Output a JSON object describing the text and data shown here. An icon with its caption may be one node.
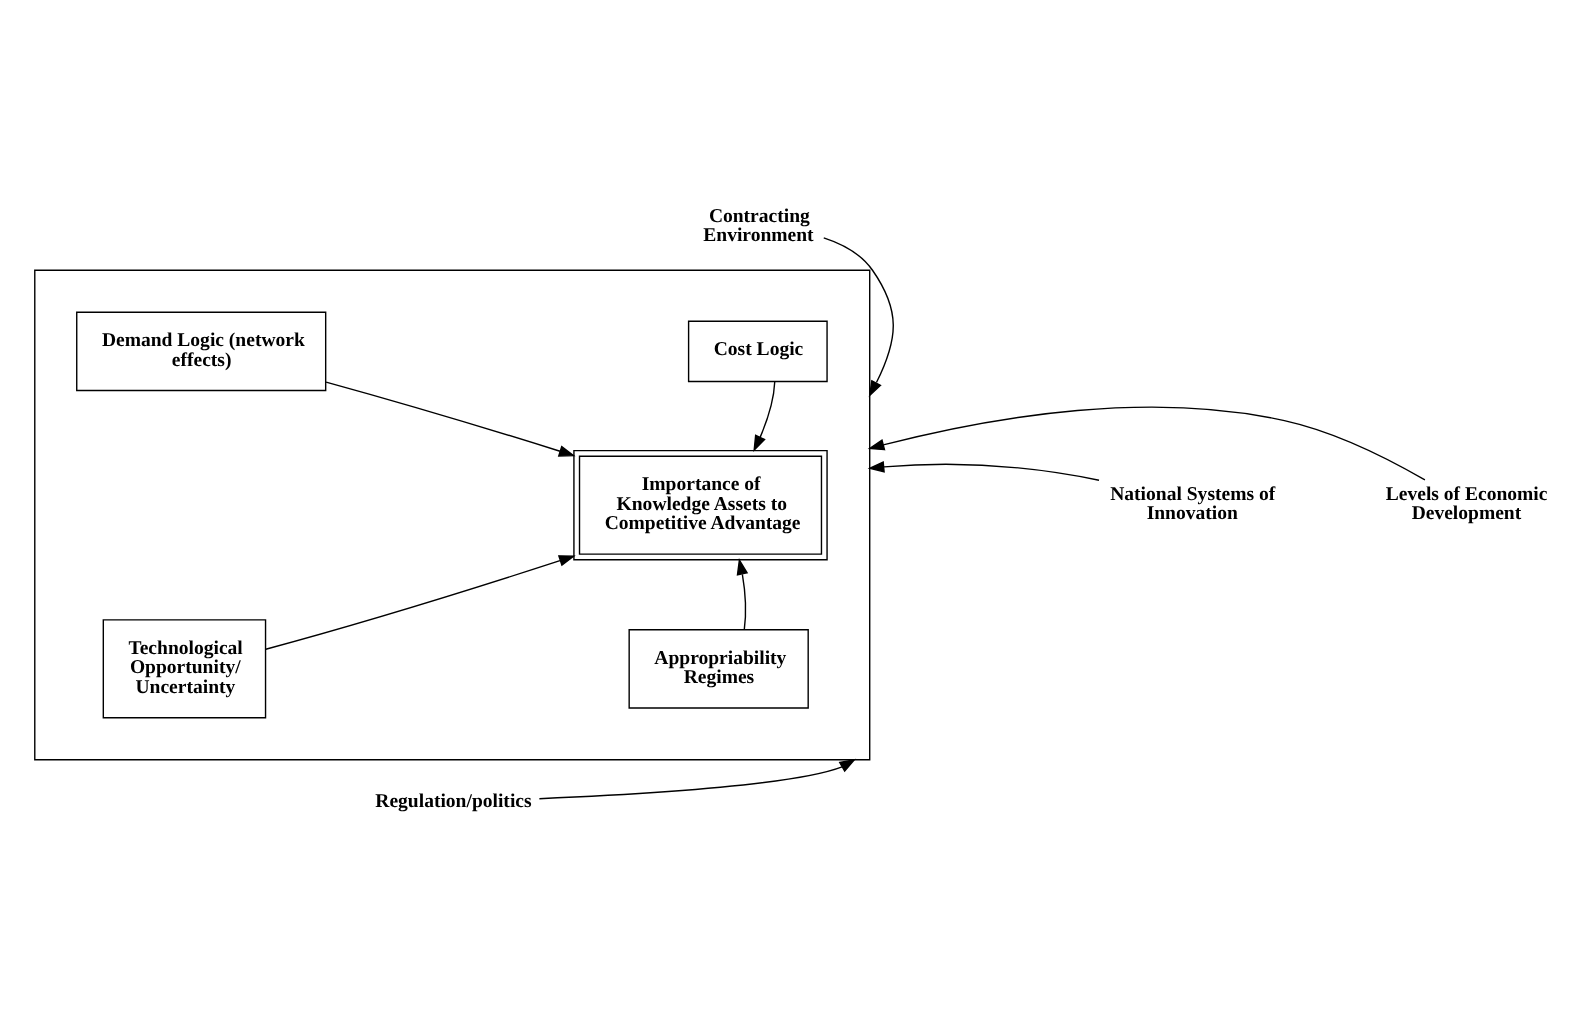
{
  "diagram": {
    "nodes": [
      {
        "text": [],
        "shape": "box"
      },
      {
        "text": [
          "Contracting Environment"
        ]
      },
      {
        "text": [
          "Demand Logic (network effects)"
        ],
        "in": 0
      },
      {
        "text": [
          "Cost Logic"
        ],
        "in": 0
      },
      {
        "text": [
          "Importance of Knowledge Assets to Competitive Advantage"
        ],
        "in": 0
      },
      {
        "text": [
          "National Systems of Innovation"
        ]
      },
      {
        "text": [
          "Levels of Economic Development"
        ]
      },
      {
        "text": [
          "Technological Opportunity/ Uncertainty"
        ],
        "in": 0
      },
      {
        "text": [
          "Appropriability Regimes"
        ],
        "in": 0
      },
      {
        "text": [
          "Regulation/politics"
        ]
      }
    ],
    "edges": [
      {
        "from": 1,
        "to": 0,
        "arrow": "to"
      },
      {
        "from": 2,
        "to": 4,
        "arrow": "to"
      },
      {
        "from": 3,
        "to": 4,
        "arrow": "to"
      },
      {
        "from": 5,
        "to": 0,
        "arrow": "to"
      },
      {
        "from": 6,
        "to": 0,
        "arrow": "to"
      },
      {
        "from": 7,
        "to": 4,
        "arrow": "to"
      },
      {
        "from": 8,
        "to": 4,
        "arrow": "to"
      },
      {
        "from": 9,
        "to": 0,
        "arrow": "to"
      }
    ]
  }
}
